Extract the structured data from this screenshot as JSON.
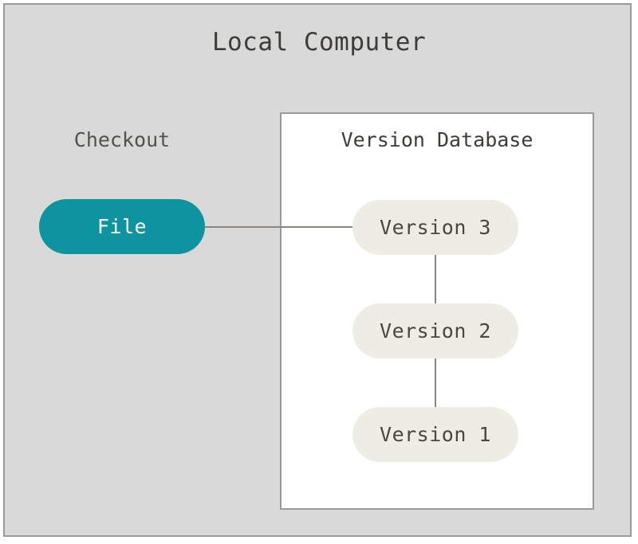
{
  "diagram": {
    "title": "Local Computer",
    "background_color": "#d9d9d9",
    "border_color": "#9a9a9a"
  },
  "checkout": {
    "label": "Checkout",
    "node": {
      "label": "File",
      "fill_color": "#0d94a0",
      "text_color": "#ffffff"
    }
  },
  "version_database": {
    "title": "Version Database",
    "background_color": "#ffffff",
    "border_color": "#9a9a9a",
    "node_fill_color": "#eeede4",
    "node_text_color": "#4a4641",
    "versions": [
      {
        "label": "Version 3"
      },
      {
        "label": "Version 2"
      },
      {
        "label": "Version 1"
      }
    ]
  },
  "edges": {
    "color": "#8a857f",
    "connections": [
      {
        "from": "File",
        "to": "Version 3"
      },
      {
        "from": "Version 3",
        "to": "Version 2"
      },
      {
        "from": "Version 2",
        "to": "Version 1"
      }
    ]
  }
}
